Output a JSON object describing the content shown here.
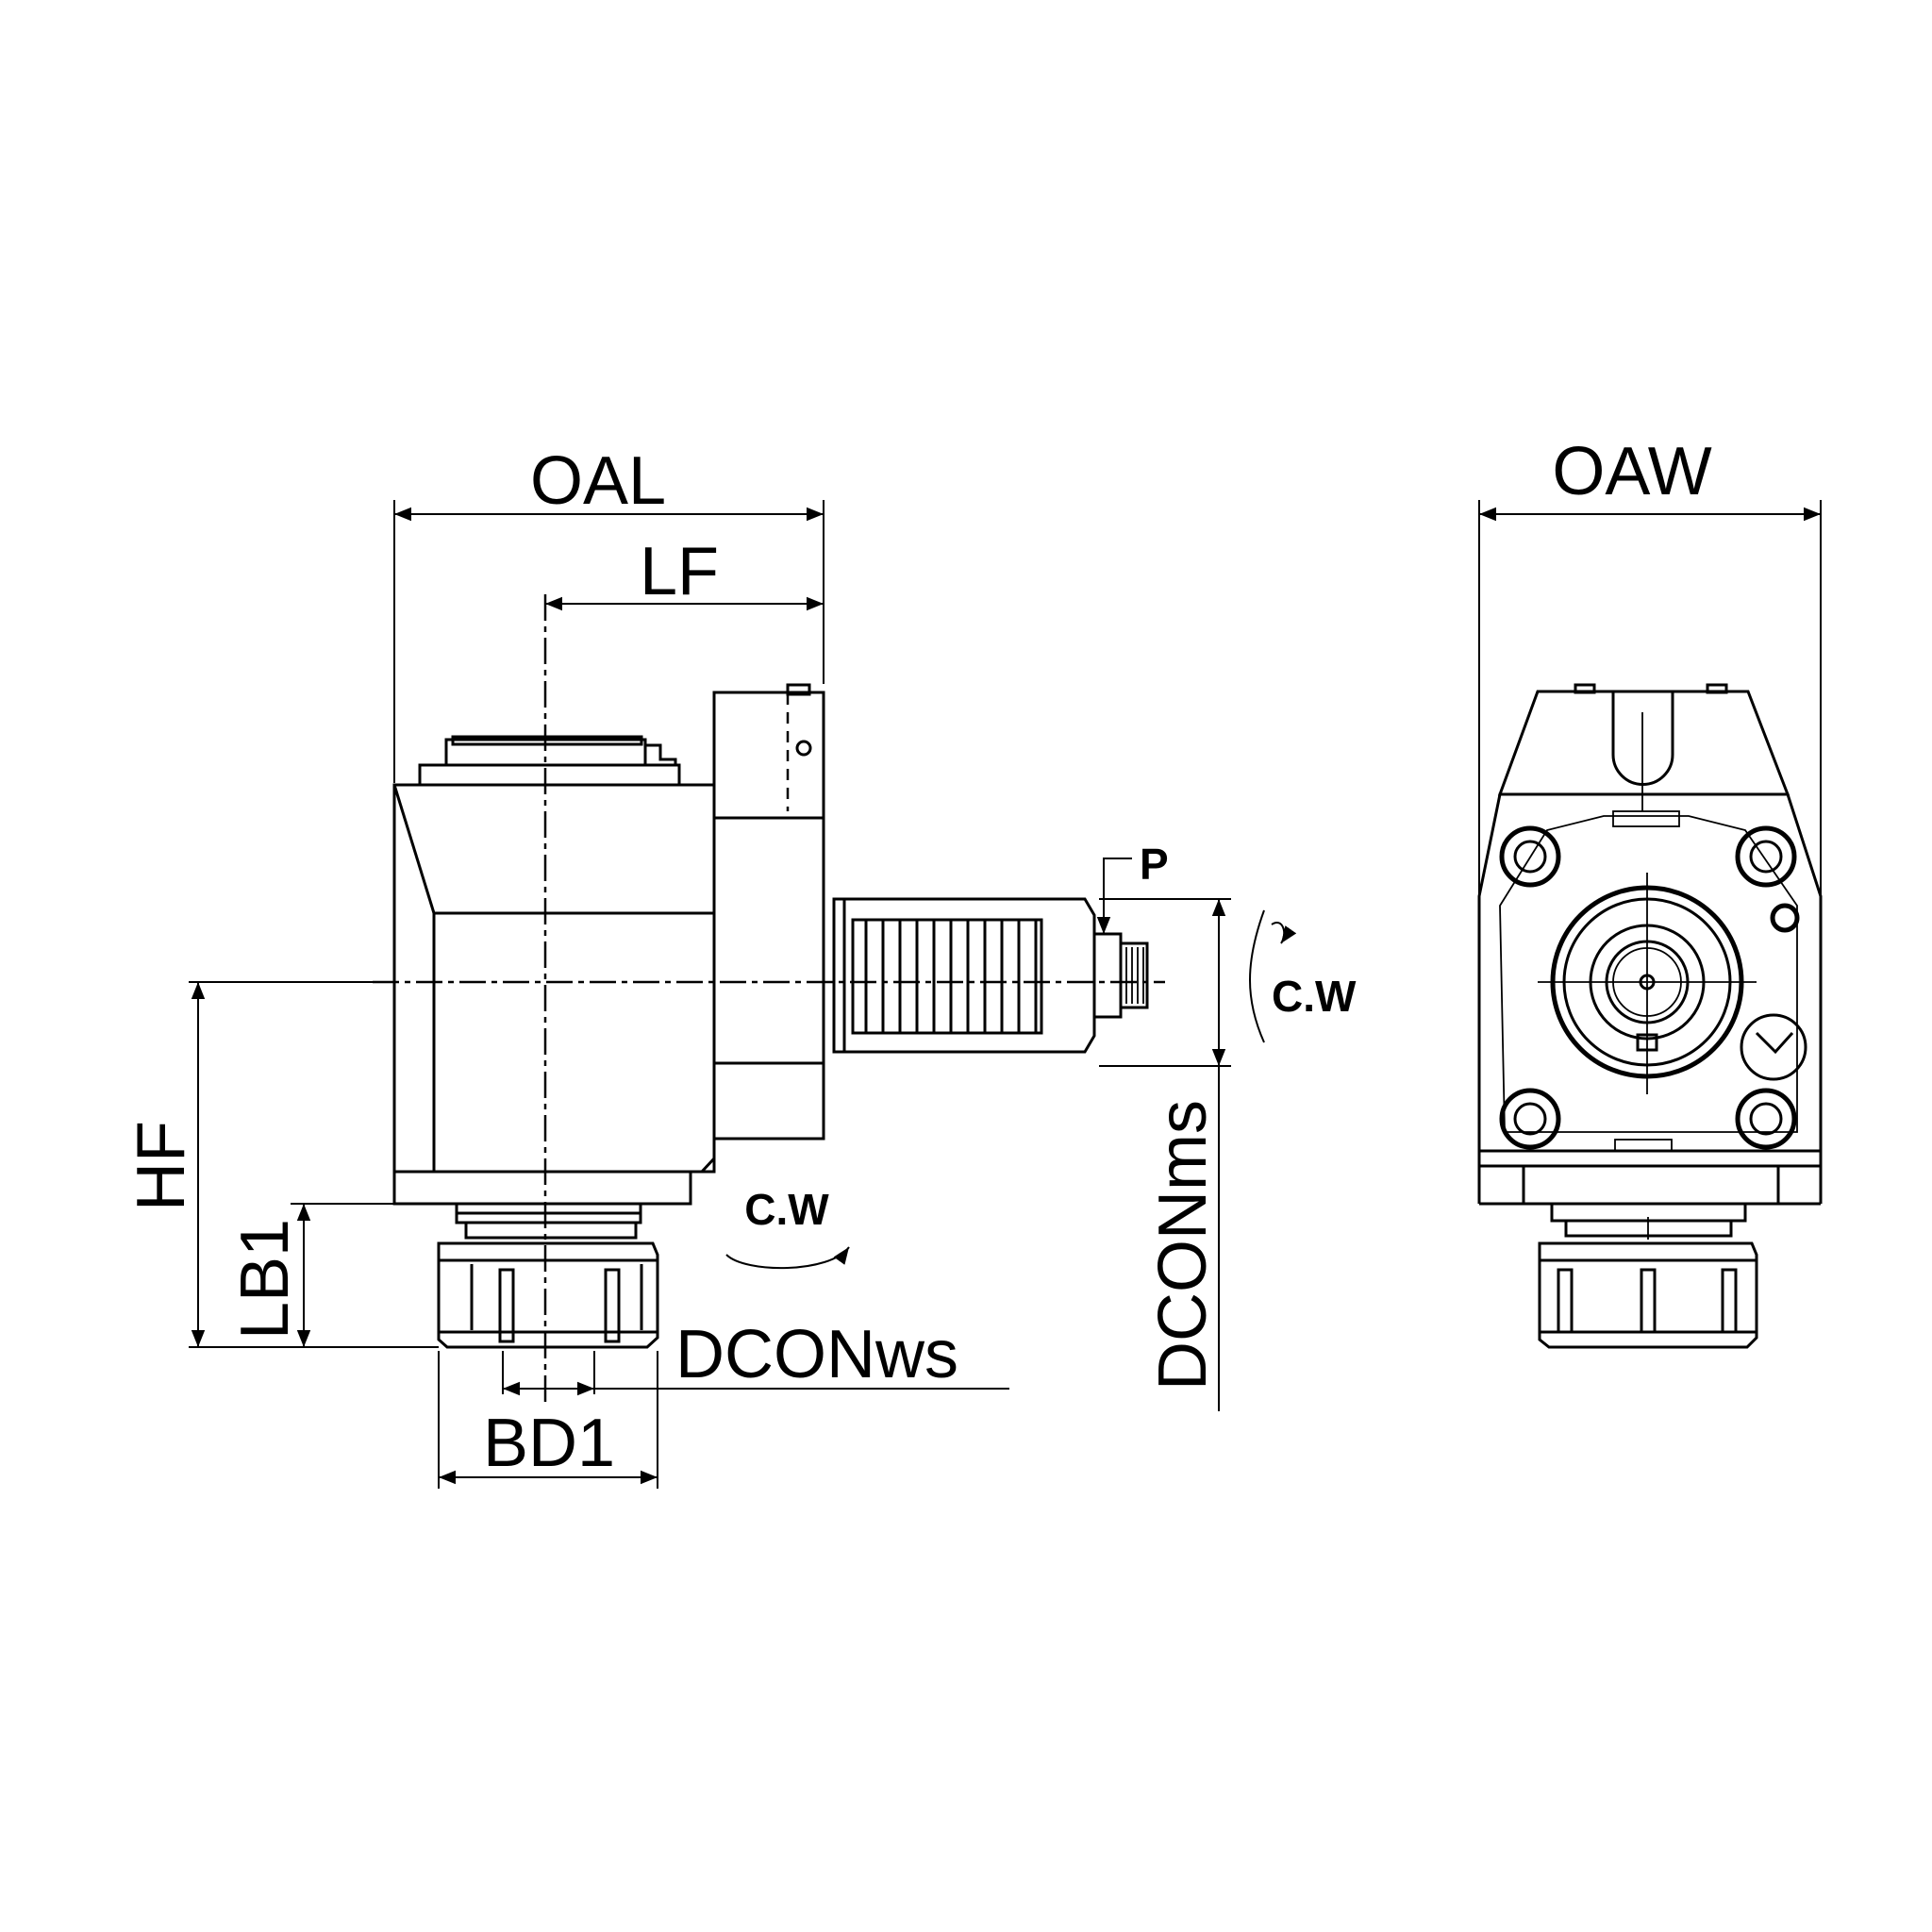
{
  "labels": {
    "oal": "OAL",
    "lf": "LF",
    "oaw": "OAW",
    "hf": "HF",
    "lb1": "LB1",
    "bd1": "BD1",
    "dcon_ws": "DCONws",
    "dcon_ms": "DCONms",
    "p": "P",
    "rotation_side": "C.W",
    "rotation_bottom": "C.W"
  }
}
